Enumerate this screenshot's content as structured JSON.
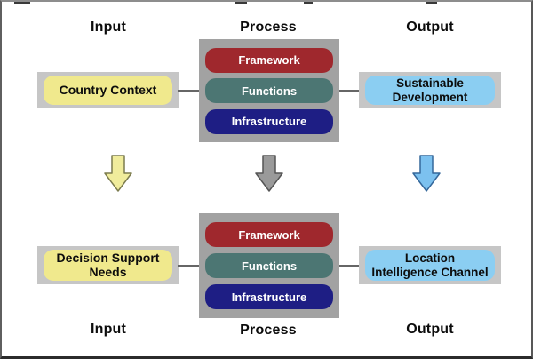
{
  "colors": {
    "backing": "#c6c6c6",
    "process_box": "#a2a2a2",
    "framework": "#9f282d",
    "functions": "#4c7673",
    "infrastructure": "#1e1e84",
    "input_pill": "#f0e98d",
    "output_pill": "#8bcef2",
    "arrow_input_fill": "#f0ec9c",
    "arrow_input_stroke": "#7c7c4e",
    "arrow_process_fill": "#9a9a9a",
    "arrow_process_stroke": "#555555",
    "arrow_output_fill": "#7cc1ef",
    "arrow_output_stroke": "#35689b",
    "connector": "#666666"
  },
  "header": {
    "input": "Input",
    "process": "Process",
    "output": "Output"
  },
  "row1": {
    "input_box": "Country Context",
    "process": {
      "items": [
        "Framework",
        "Functions",
        "Infrastructure"
      ]
    },
    "output_box": "Sustainable Development"
  },
  "arrows": {
    "input": "down-arrow",
    "process": "down-arrow",
    "output": "down-arrow"
  },
  "row2": {
    "input_box": "Decision Support Needs",
    "process": {
      "items": [
        "Framework",
        "Functions",
        "Infrastructure"
      ]
    },
    "output_box": "Location Intelligence Channel"
  },
  "footer": {
    "input": "Input",
    "process": "Process",
    "output": "Output"
  }
}
